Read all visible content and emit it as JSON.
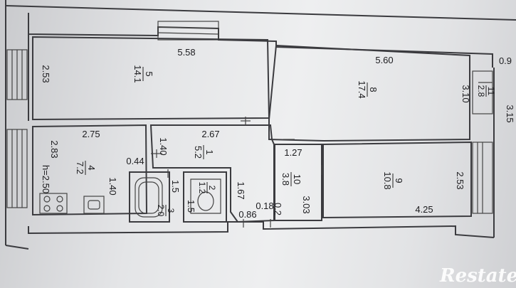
{
  "plan": {
    "rooms": [
      {
        "id": "5",
        "area": "14.1"
      },
      {
        "id": "8",
        "area": "17.4"
      },
      {
        "id": "11",
        "area": "2.8"
      },
      {
        "id": "1",
        "area": "5.2"
      },
      {
        "id": "4",
        "area": "7.2"
      },
      {
        "id": "10",
        "area": "3.8"
      },
      {
        "id": "9",
        "area": "10.8"
      },
      {
        "id": "2",
        "area": "1.2"
      },
      {
        "id": "3",
        "area": "2.0"
      }
    ],
    "dimensions": {
      "d_558": "5.58",
      "d_253_left": "2.53",
      "d_560": "5.60",
      "d_09": "0.9",
      "d_310": "3.10",
      "d_315": "3.15",
      "d_275": "2.75",
      "d_283": "2.83",
      "d_140_a": "1.40",
      "d_044": "0.44",
      "d_140_b": "1.40",
      "d_267": "2.67",
      "d_127": "1.27",
      "d_15_a": "1.5",
      "d_15_b": "1.5",
      "d_167": "1.67",
      "d_018": "0.18",
      "d_02": "0.2",
      "d_086": "0.86",
      "d_303": "3.03",
      "d_253_right": "2.53",
      "d_425": "4.25"
    },
    "ceiling_height": "h=2.50"
  },
  "watermark": "Restate"
}
